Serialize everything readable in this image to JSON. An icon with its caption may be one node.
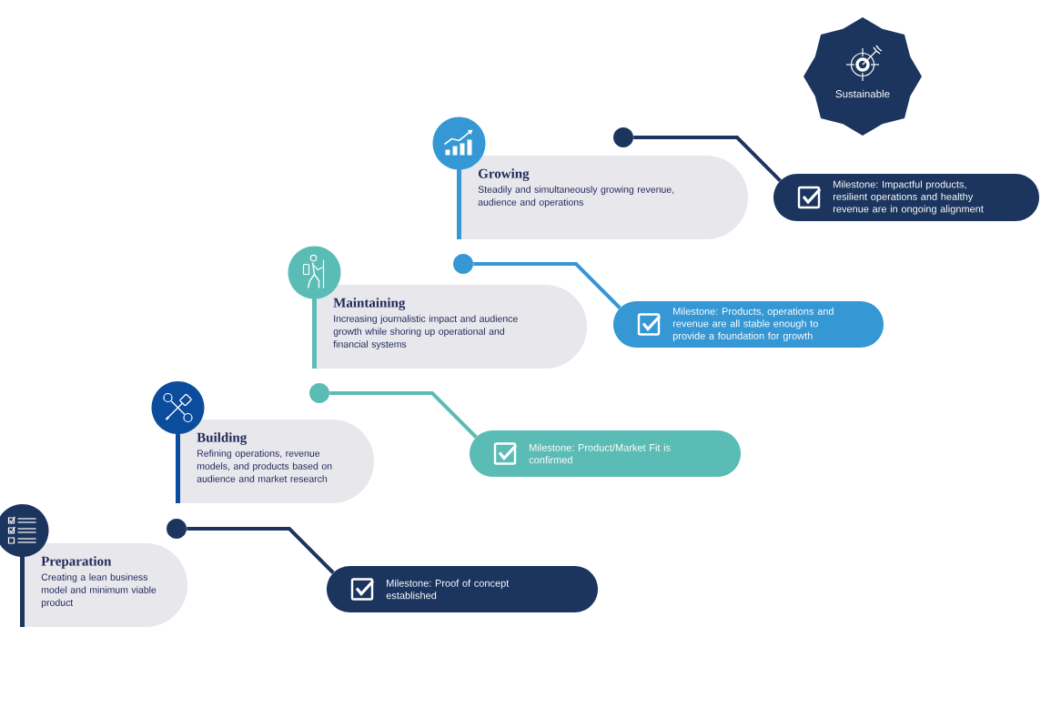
{
  "diagram": {
    "nodes": [
      {
        "text": [
          "Preparation",
          "Creating a lean business model and minimum viable product"
        ]
      },
      {
        "text": [],
        "shape": "circle"
      },
      {
        "text": [
          "Milestone: Proof of concept established"
        ]
      },
      {
        "text": [
          "Building",
          "Refining operations, revenue models, and products based on audience and market research"
        ]
      },
      {
        "text": [],
        "shape": "circle"
      },
      {
        "text": [
          "Milestone: Product/Market Fit is confirmed"
        ]
      },
      {
        "text": [
          "Maintaining",
          "Increasing journalistic impact and audience growth while shoring up operational and financial systems"
        ]
      },
      {
        "text": [],
        "shape": "circle"
      },
      {
        "text": [
          "Milestone: Products, operations and revenue are all stable enough to provide a foundation for growth"
        ]
      },
      {
        "text": [
          "Growing",
          "Steadily and simultaneously growing revenue, audience and operations"
        ]
      },
      {
        "text": [],
        "shape": "circle"
      },
      {
        "text": [
          "Milestone: Impactful products, resilient operations and healthy revenue are in ongoing alignment"
        ]
      },
      {
        "text": [
          "Sustainable"
        ]
      }
    ],
    "edges": [
      {
        "from": 1,
        "to": 2,
        "arrow": "none"
      },
      {
        "from": 4,
        "to": 5,
        "arrow": "none",
        "color": "#5bbcb5"
      },
      {
        "from": 7,
        "to": 8,
        "arrow": "none",
        "color": "#3598d5"
      },
      {
        "from": 10,
        "to": 11,
        "arrow": "none"
      }
    ]
  }
}
